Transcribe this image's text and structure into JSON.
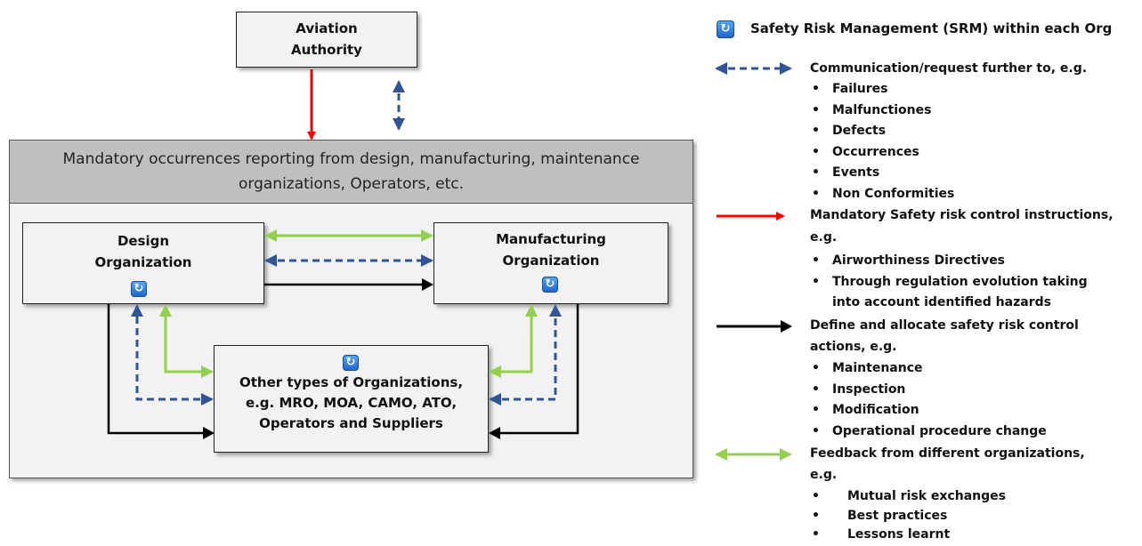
{
  "colors": {
    "communication": "#2f5597",
    "mandatory": "#ff0000",
    "define": "#000000",
    "feedback": "#92d050",
    "srm_icon": "#1a64c8"
  },
  "icons": {
    "srm": "refresh-icon"
  },
  "nodes": {
    "authority": {
      "line1": "Aviation",
      "line2": "Authority"
    },
    "mandatory_band": {
      "line1": "Mandatory occurrences reporting from design, manufacturing, maintenance",
      "line2": "organizations, Operators, etc."
    },
    "design": {
      "line1": "Design",
      "line2": "Organization"
    },
    "manufacturing": {
      "line1": "Manufacturing",
      "line2": "Organization"
    },
    "other": {
      "line1": "Other types of Organizations,",
      "line2": "e.g. MRO, MOA, CAMO, ATO,",
      "line3": "Operators and Suppliers"
    }
  },
  "legend": {
    "srm": "Safety Risk Management (SRM) within each Org",
    "communication": {
      "title": "Communication/request further to, e.g.",
      "items": [
        "Failures",
        "Malfunctiones",
        "Defects",
        "Occurrences",
        "Events",
        "Non Conformities"
      ]
    },
    "mandatory": {
      "title_line1": "Mandatory Safety risk control instructions,",
      "title_line2": "e.g.",
      "items": [
        "Airworthiness Directives",
        "Through regulation evolution taking"
      ],
      "continuation": "into account identified hazards"
    },
    "define": {
      "title_line1": "Define and allocate safety risk control",
      "title_line2": "actions, e.g.",
      "items": [
        "Maintenance",
        "Inspection",
        "Modification",
        "Operational procedure change"
      ]
    },
    "feedback": {
      "title_line1": "Feedback from different organizations,",
      "title_line2": "e.g.",
      "items": [
        "Mutual risk exchanges",
        "Best practices",
        "Lessons learnt"
      ]
    }
  }
}
